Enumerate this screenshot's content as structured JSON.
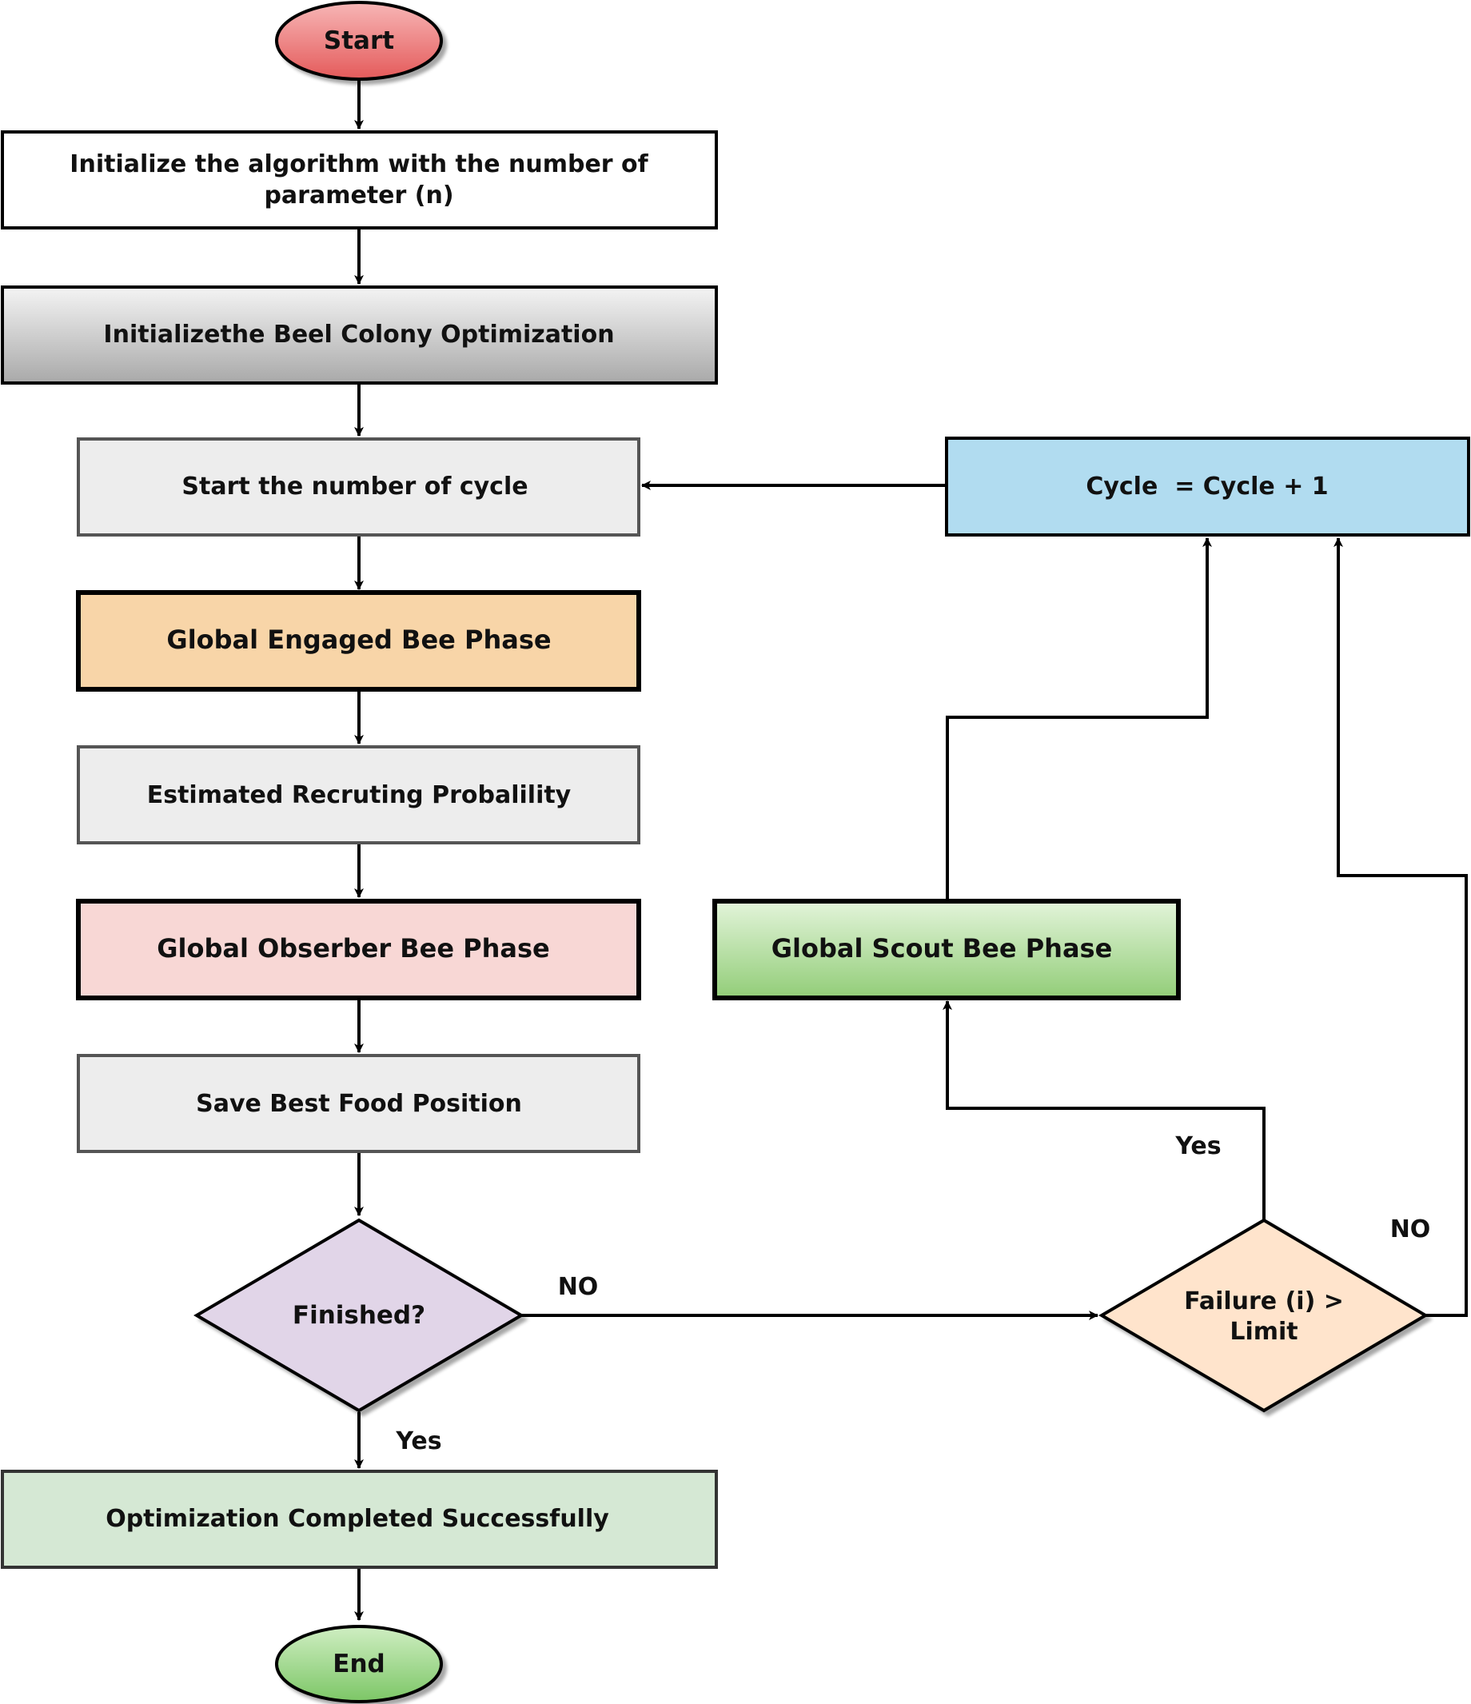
{
  "nodes": {
    "start": "Start",
    "init_params_line1": "Initialize the algorithm with the number of",
    "init_params_line2": "parameter (n)",
    "init_colony": "Initializethe Beel Colony Optimization",
    "start_cycle": "Start the number of cycle",
    "engaged": "Global Engaged Bee Phase",
    "recruiting": "Estimated Recruting Probalility",
    "observer": "Global Obserber Bee Phase",
    "save_best": "Save Best Food Position",
    "finished": "Finished?",
    "completed": "Optimization Completed Successfully",
    "end": "End",
    "cycle_inc": "Cycle  = Cycle + 1",
    "scout": "Global Scout Bee Phase",
    "failure_line1": "Failure (i) >",
    "failure_line2": "Limit"
  },
  "edge_labels": {
    "finished_no": "NO",
    "finished_yes": "Yes",
    "failure_yes": "Yes",
    "failure_no": "NO"
  },
  "colors": {
    "start_fill": "#ea6b6b",
    "end_fill": "#8fd07a",
    "gray_light": "#ededed",
    "gray_grad_top": "#f4f4f4",
    "gray_grad_bottom": "#a9a9a9",
    "engaged_fill": "#f8d5a8",
    "observer_fill": "#f8d7d5",
    "finished_fill": "#e1d5e8",
    "completed_fill": "#d5e8d4",
    "cycle_fill": "#b1dcf0",
    "scout_top": "#dff2d6",
    "scout_bottom": "#96d07c",
    "failure_fill": "#ffe4cc"
  }
}
